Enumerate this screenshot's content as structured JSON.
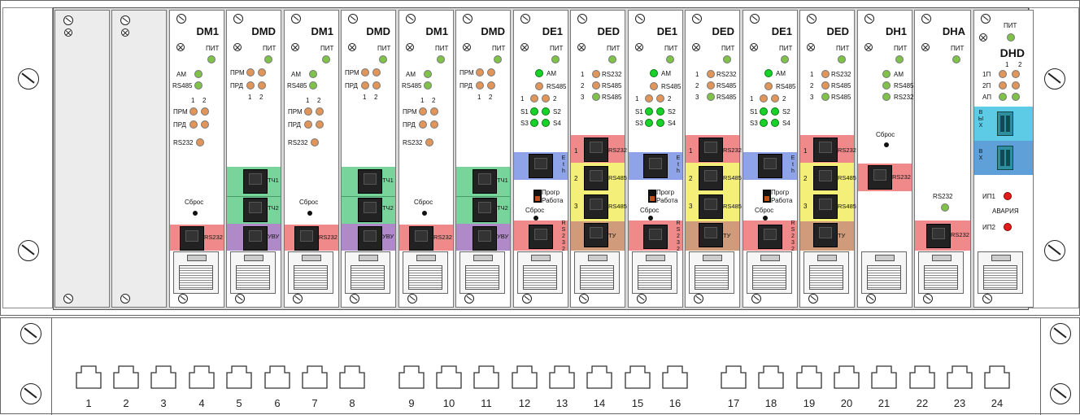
{
  "modules": [
    {
      "id": "blank1",
      "title": ""
    },
    {
      "id": "blank2",
      "title": ""
    },
    {
      "id": "dm1a",
      "title": "DM1"
    },
    {
      "id": "dmda",
      "title": "DMD"
    },
    {
      "id": "dm1b",
      "title": "DM1"
    },
    {
      "id": "dmdb",
      "title": "DMD"
    },
    {
      "id": "dm1c",
      "title": "DM1"
    },
    {
      "id": "dmdc",
      "title": "DMD"
    },
    {
      "id": "de1a",
      "title": "DE1"
    },
    {
      "id": "deda",
      "title": "DED"
    },
    {
      "id": "de1b",
      "title": "DE1"
    },
    {
      "id": "dedb",
      "title": "DED"
    },
    {
      "id": "de1c",
      "title": "DE1"
    },
    {
      "id": "dedc",
      "title": "DED"
    },
    {
      "id": "dh1",
      "title": "DH1"
    },
    {
      "id": "dha",
      "title": "DHA"
    },
    {
      "id": "dhd",
      "title": "DHD"
    }
  ],
  "labels": {
    "pit": "ПИТ",
    "am": "АМ",
    "rs485": "RS485",
    "rs232": "RS232",
    "prm": "ПРМ",
    "prd": "ПРД",
    "one": "1",
    "two": "2",
    "three": "3",
    "sbros": "Сброс",
    "sbros_mini": "Сброс",
    "tch1": "ТЧ1",
    "tch2": "ТЧ2",
    "uvu": "УВУ",
    "ty": "ТУ",
    "eth": "E t h",
    "rs232v": "R S 2 3 2",
    "s1": "S1",
    "s2": "S2",
    "s3": "S3",
    "s4": "S4",
    "progr": "Прогр",
    "rabota": "Работа",
    "n1p": "1П",
    "n2p": "2П",
    "ap": "АП",
    "vyh": "В Ы Х",
    "vh": "В Х",
    "ip1": "ИП1",
    "ip2": "ИП2",
    "avariya": "АВАРИЯ"
  },
  "patch_panel": {
    "ports": [
      "1",
      "2",
      "3",
      "4",
      "5",
      "6",
      "7",
      "8",
      "9",
      "10",
      "11",
      "12",
      "13",
      "14",
      "15",
      "16",
      "17",
      "18",
      "19",
      "20",
      "21",
      "22",
      "23",
      "24"
    ]
  },
  "colors": {
    "led_green": "#7fc24a",
    "led_orange": "#e0955a",
    "led_bright_green": "#18d22a",
    "led_red": "#e21c1c",
    "band_red": "#f08a8a",
    "band_green": "#78d49a",
    "band_purple": "#b08ac8",
    "band_blue": "#8fa4e8",
    "band_yellow": "#f4ef78",
    "band_tan": "#cf9b7a",
    "band_cyan": "#5ecbe6",
    "band_steel": "#5fa0d8"
  }
}
